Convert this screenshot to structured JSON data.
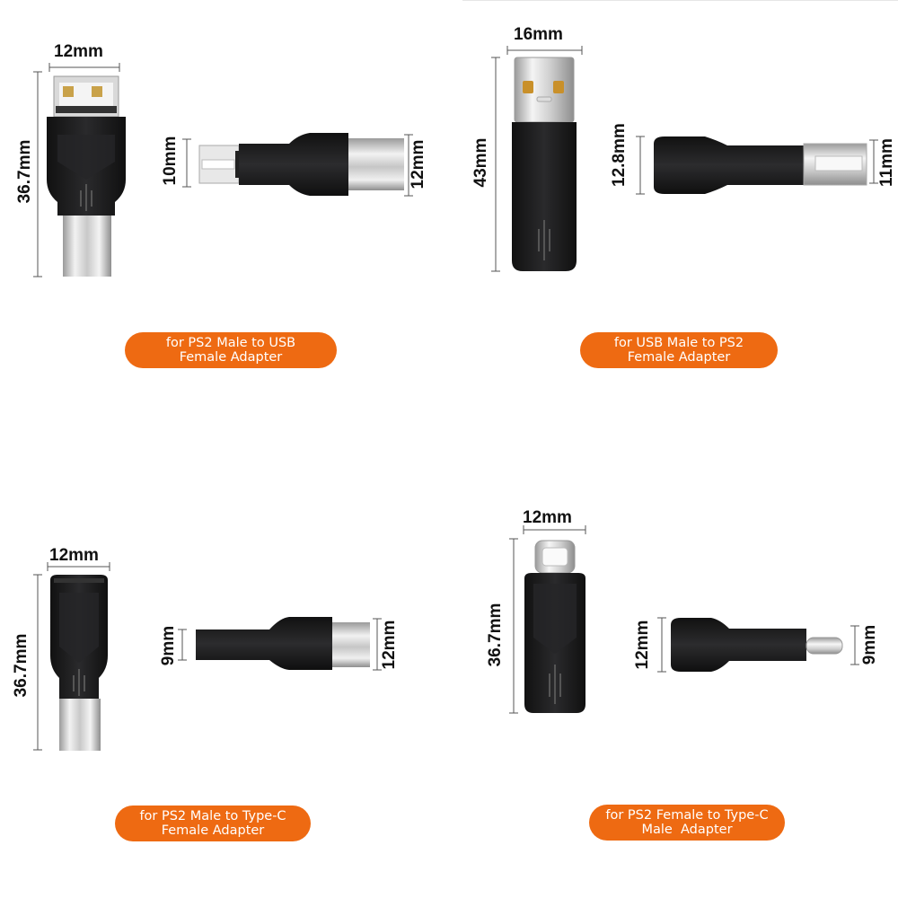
{
  "colors": {
    "accent": "#ee6a12",
    "adapter_body": "#1c1c1e",
    "dimension_line": "#555555"
  },
  "panels": [
    {
      "caption_line1": "for PS2 Male to USB",
      "caption_line2": "Female Adapter",
      "dims": {
        "width": "12mm",
        "length": "36.7mm",
        "side_left": "10mm",
        "side_right": "12mm"
      }
    },
    {
      "caption_line1": "for USB Male to PS2",
      "caption_line2": "Female Adapter",
      "dims": {
        "width": "16mm",
        "length": "43mm",
        "side_left": "12.8mm",
        "side_right": "11mm"
      }
    },
    {
      "caption_line1": "for PS2 Male to Type-C",
      "caption_line2": "Female Adapter",
      "dims": {
        "width": "12mm",
        "length": "36.7mm",
        "side_left": "9mm",
        "side_right": "12mm"
      }
    },
    {
      "caption_line1": "for PS2 Female to Type-C",
      "caption_line2": "Male  Adapter",
      "dims": {
        "width": "12mm",
        "length": "36.7mm",
        "side_left": "12mm",
        "side_right": "9mm"
      }
    }
  ]
}
